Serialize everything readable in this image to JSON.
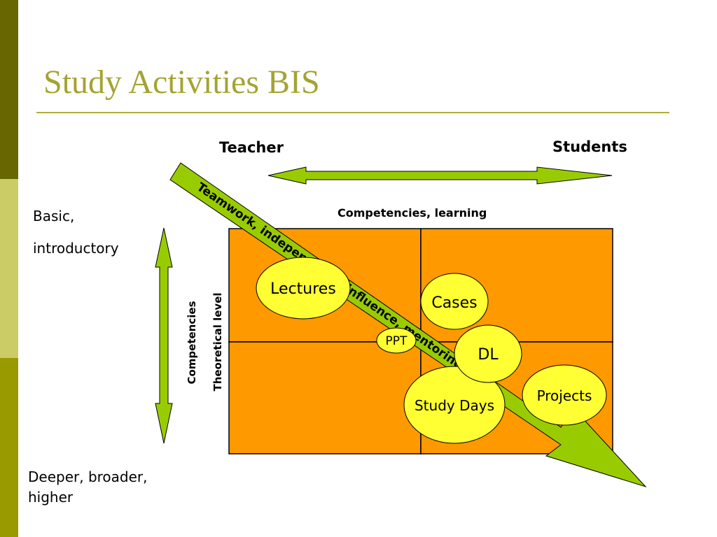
{
  "slide": {
    "title": "Study Activities BIS"
  },
  "colors": {
    "band_dark": "#676600",
    "band_light": "#cccc66",
    "band_mid": "#999900",
    "title": "#a5a332",
    "quadrant_fill": "#ff9900",
    "arrow_fill": "#99cc00",
    "bubble_fill": "#ffff33"
  },
  "horizontal_axis": {
    "left_label": "Teacher",
    "right_label": "Students",
    "caption": "Competencies, learning"
  },
  "vertical_axis": {
    "top_label_line1": "Basic,",
    "top_label_line2": "introductory",
    "bottom_label_line1": "Deeper, broader,",
    "bottom_label_line2": "higher",
    "caption_line1": "Competencies",
    "caption_line2": "Theoretical level"
  },
  "diagonal_arrow": {
    "label": "Teamwork, independence, influence, mentoring"
  },
  "activities": {
    "lectures": "Lectures",
    "cases": "Cases",
    "ppt": "PPT",
    "dl": "DL",
    "study_days": "Study Days",
    "projects": "Projects"
  }
}
